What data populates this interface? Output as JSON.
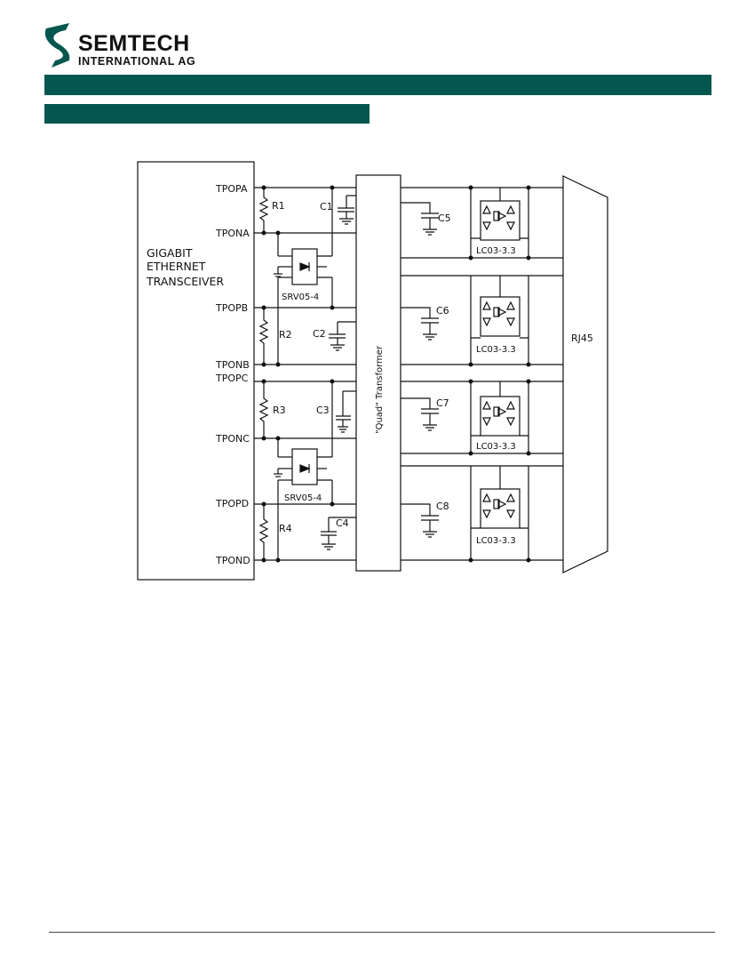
{
  "header": {
    "company_name": "SEMTECH",
    "company_sub": "INTERNATIONAL AG",
    "brand_color": "#04574F"
  },
  "schematic": {
    "transceiver_lines": [
      "GIGABIT",
      "ETHERNET",
      "TRANSCEIVER"
    ],
    "pins": [
      "TPOPA",
      "TPONA",
      "TPOPB",
      "TPONB",
      "TPOPC",
      "TPONC",
      "TPOPD",
      "TPOND"
    ],
    "resistors": [
      "R1",
      "R2",
      "R3",
      "R4"
    ],
    "line_caps": [
      "C1",
      "C2",
      "C3",
      "C4"
    ],
    "center_caps": [
      "C5",
      "C6",
      "C7",
      "C8"
    ],
    "transformer_label": "\"Quad\" Transformer",
    "srv_label": "SRV05-4",
    "lc_label": "LC03-3.3",
    "connector_label": "RJ45"
  }
}
